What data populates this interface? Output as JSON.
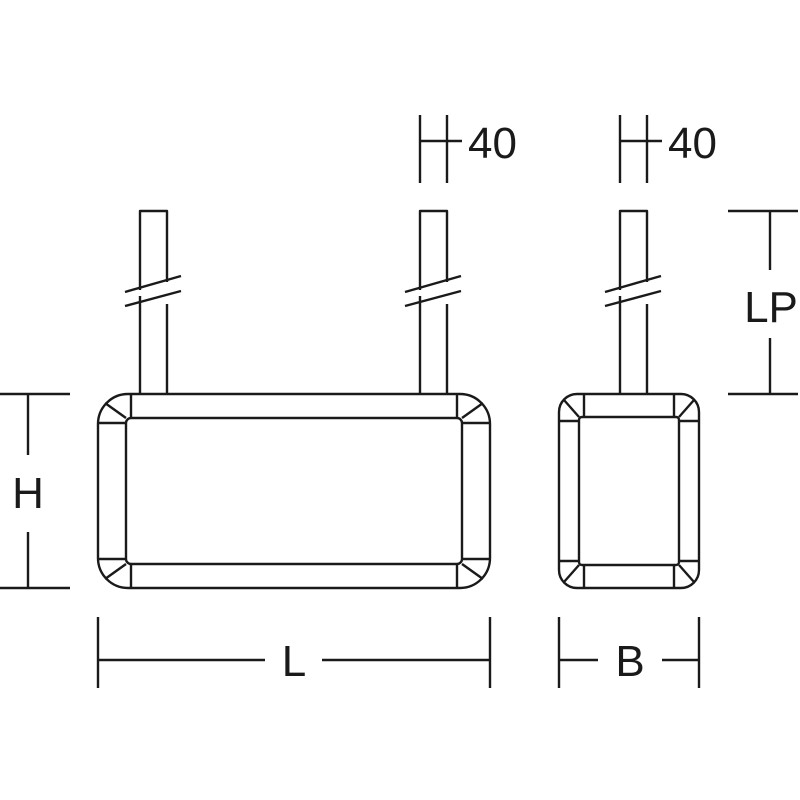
{
  "drawing": {
    "stroke_color": "#1a1a1a",
    "background": "#ffffff",
    "labels": {
      "wire_diameter_front": "40",
      "wire_diameter_side": "40",
      "lead_length": "LP",
      "height": "H",
      "length": "L",
      "width": "B"
    }
  }
}
